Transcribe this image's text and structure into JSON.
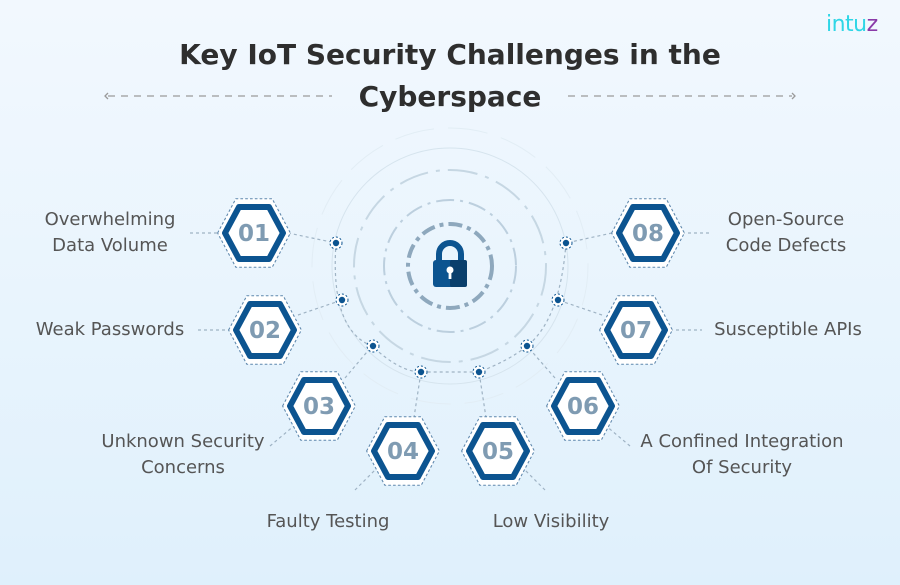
{
  "brand": {
    "logo_text_main": "intu",
    "logo_text_accent": "z"
  },
  "header": {
    "title_line1": "Key IoT Security Challenges in the",
    "title_line2": "Cyberspace"
  },
  "center_icon": "padlock-icon",
  "colors": {
    "hex_stroke": "#0c5490",
    "number_text": "#7f9bb2",
    "label_text": "#555555",
    "background": "#eaf5fd",
    "logo_primary": "#2fd6e6",
    "logo_accent": "#8a3aa8"
  },
  "challenges": [
    {
      "number": "01",
      "line1": "Overwhelming",
      "line2": "Data Volume"
    },
    {
      "number": "02",
      "line1": "Weak Passwords",
      "line2": ""
    },
    {
      "number": "03",
      "line1": "Unknown Security",
      "line2": "Concerns"
    },
    {
      "number": "04",
      "line1": "Faulty Testing",
      "line2": ""
    },
    {
      "number": "05",
      "line1": "Low Visibility",
      "line2": ""
    },
    {
      "number": "06",
      "line1": "A Confined Integration",
      "line2": "Of Security"
    },
    {
      "number": "07",
      "line1": "Susceptible APIs",
      "line2": ""
    },
    {
      "number": "08",
      "line1": "Open-Source",
      "line2": "Code Defects"
    }
  ]
}
